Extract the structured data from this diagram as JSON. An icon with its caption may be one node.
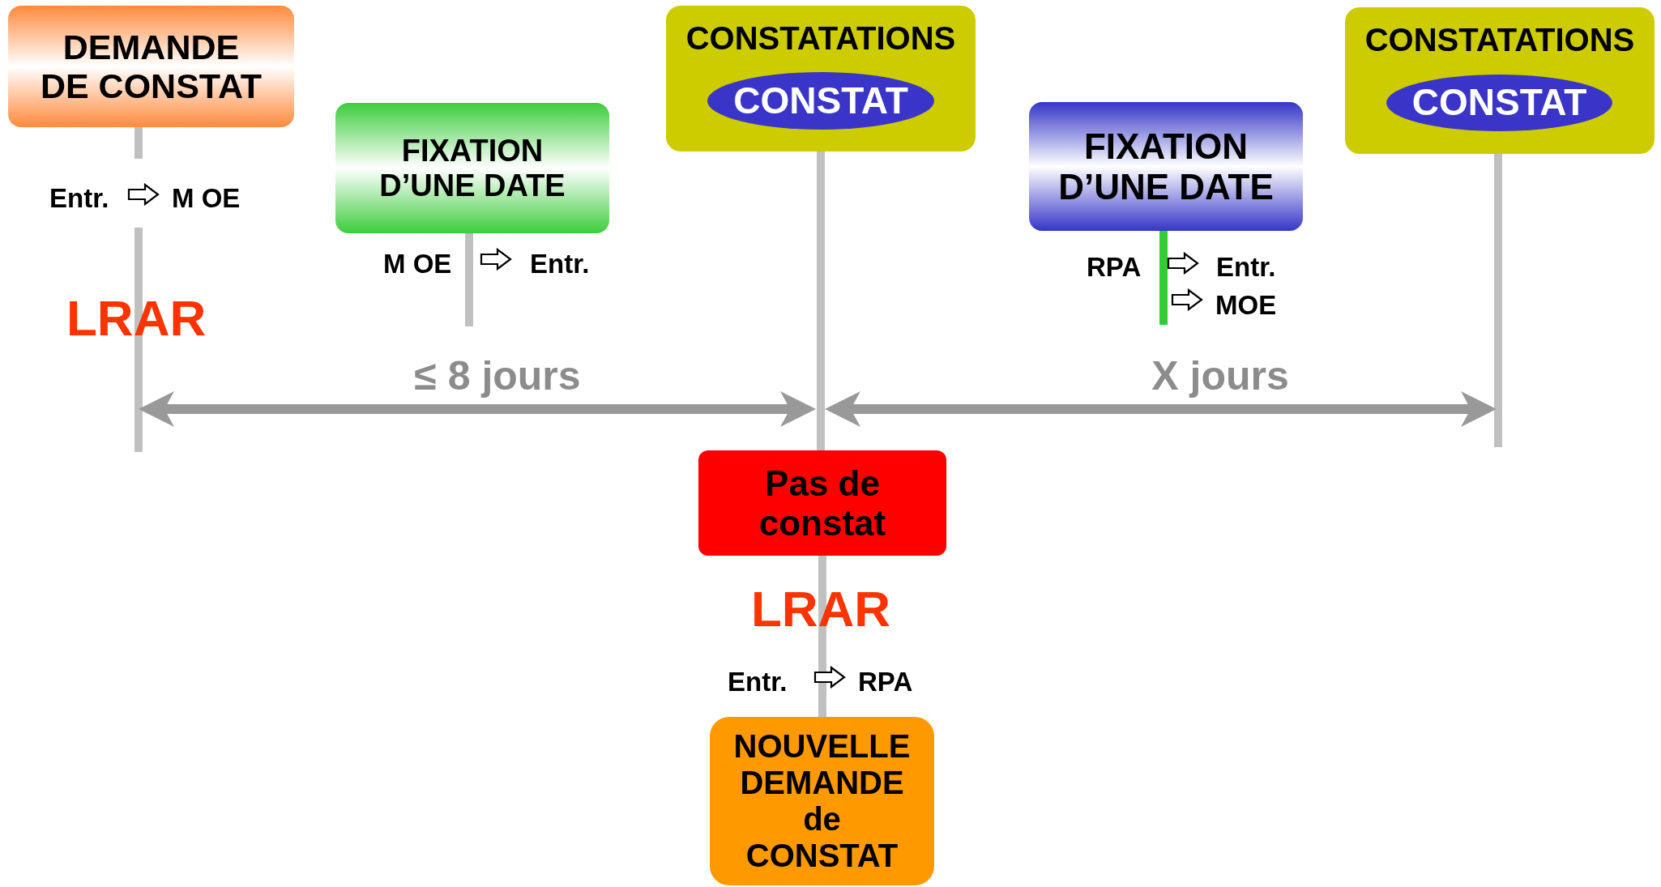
{
  "diagram": {
    "nodes": [
      {
        "text": [
          "DEMANDE DE CONSTAT"
        ]
      },
      {
        "text": [
          "FIXATION D’UNE DATE"
        ]
      },
      {
        "text": [
          "CONSTATATIONS"
        ]
      },
      {
        "text": [
          "CONSTAT"
        ],
        "in": 2
      },
      {
        "text": [
          "FIXATION D’UNE DATE"
        ]
      },
      {
        "text": [
          "CONSTATATIONS"
        ]
      },
      {
        "text": [
          "CONSTAT"
        ],
        "in": 5
      },
      {
        "text": [
          "Pas de constat"
        ]
      },
      {
        "text": [
          "NOUVELLE DEMANDE de CONSTAT"
        ]
      }
    ],
    "edges": [
      {
        "from": 2,
        "to": 7,
        "arrow": "none"
      },
      {
        "from": 7,
        "to": 8,
        "arrow": "none"
      }
    ],
    "labels": [
      "Entr.",
      "M OE",
      "LRAR",
      "M OE",
      "Entr.",
      "RPA",
      "Entr.",
      "MOE",
      "≤ 8 jours",
      "X jours",
      "LRAR",
      "Entr.",
      "RPA"
    ]
  }
}
